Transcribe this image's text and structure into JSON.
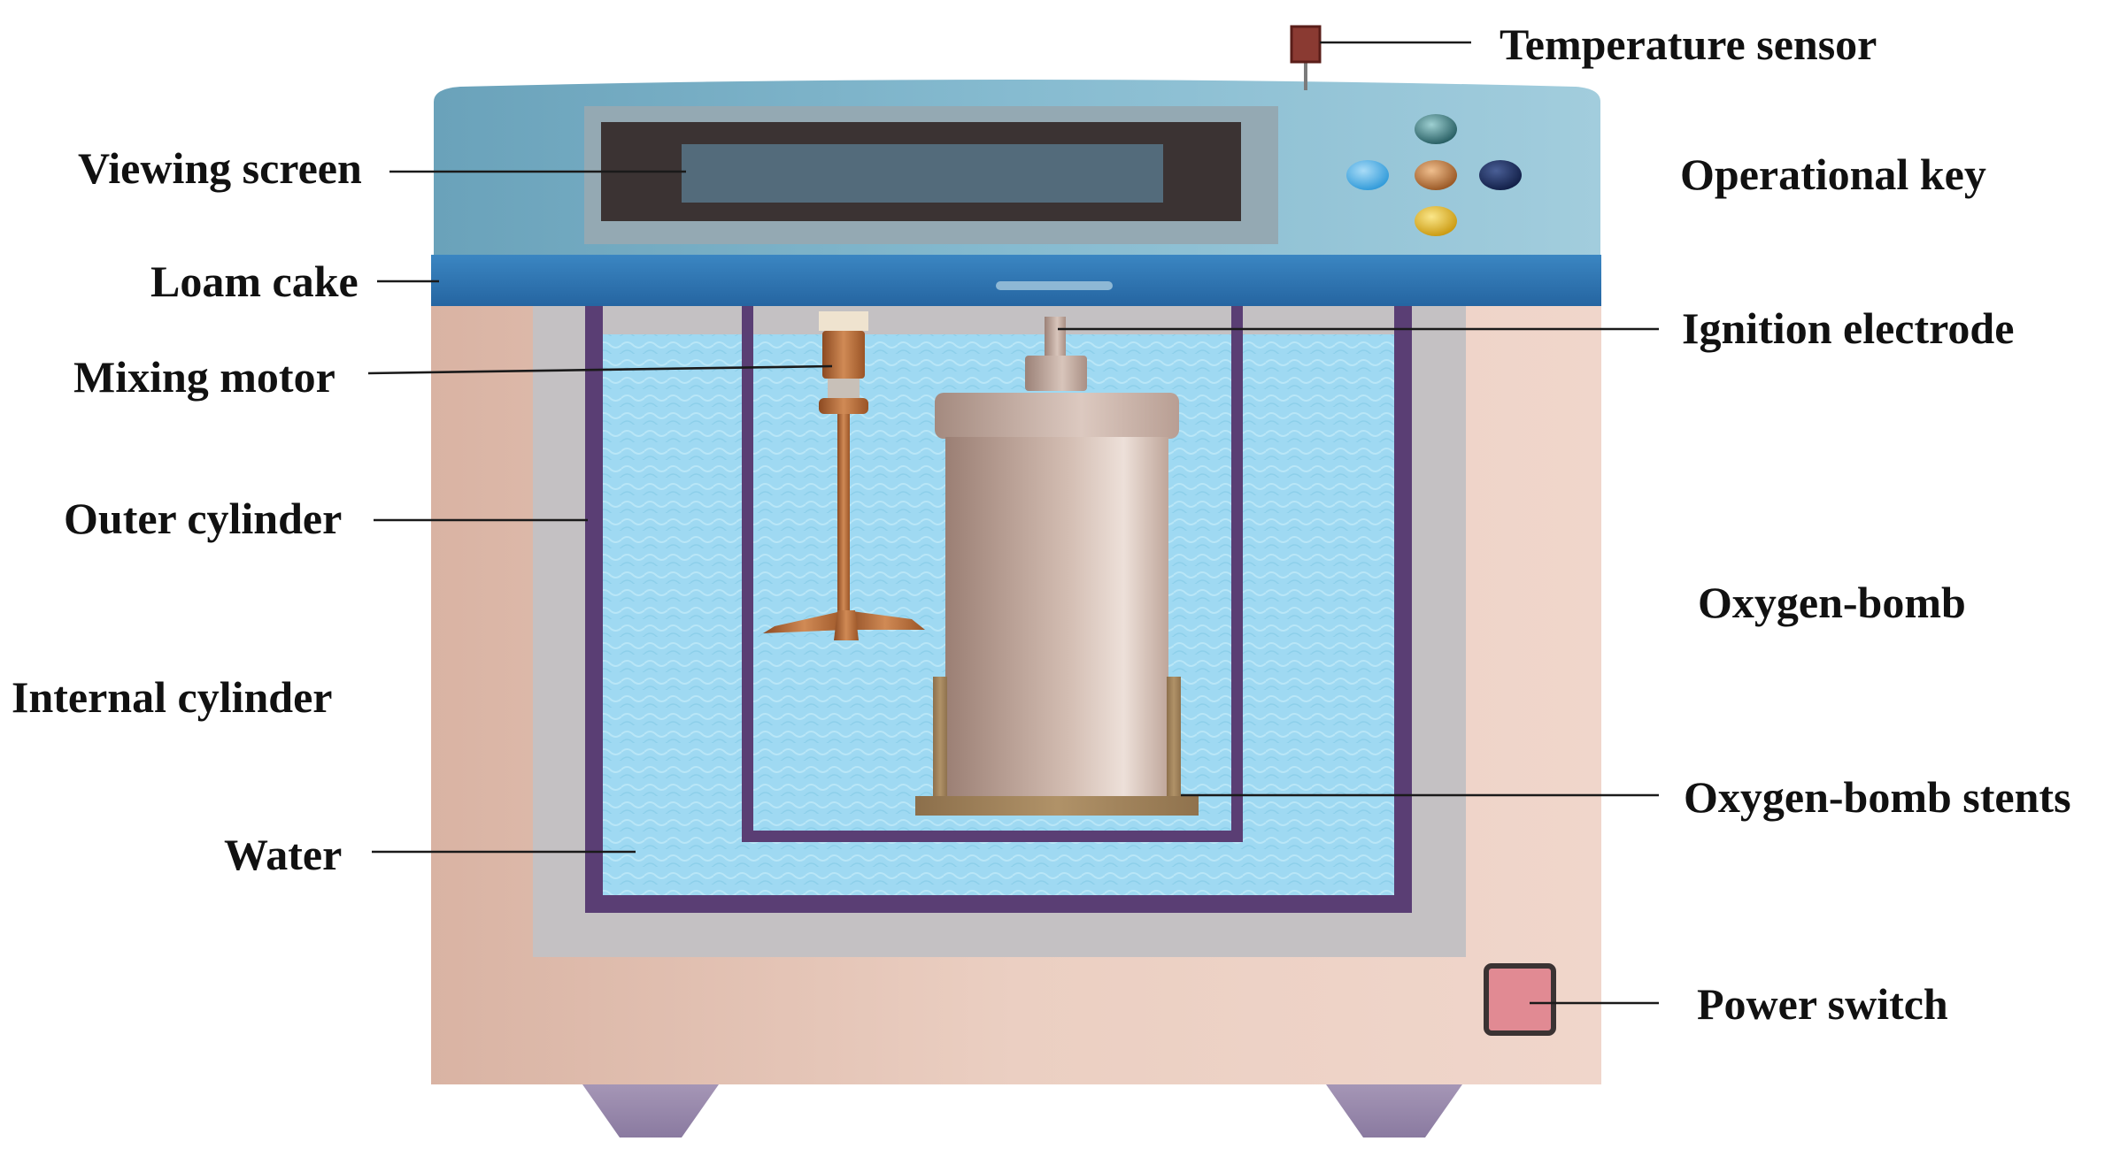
{
  "labels": {
    "temperature_sensor": "Temperature sensor",
    "viewing_screen": "Viewing screen",
    "operational_key": "Operational key",
    "loam_cake": "Loam cake",
    "ignition_electrode": "Ignition electrode",
    "mixing_motor": "Mixing motor",
    "outer_cylinder": "Outer cylinder",
    "oxygen_bomb": "Oxygen-bomb",
    "internal_cylinder": "Internal cylinder",
    "oxygen_bomb_stents": "Oxygen-bomb stents",
    "water": "Water",
    "power_switch": "Power switch"
  },
  "colors": {
    "cabinet": "#e9cbbd",
    "top_panel": "#7fb5cb",
    "loam_cake": "#2f79b7",
    "screen_frame": "#3b3333",
    "screen_display": "#536b7b",
    "outer_jacket": "#c4c1c3",
    "cylinder_wall": "#5a3e74",
    "water": "#9fd9f2",
    "bomb_body": "#cbb3a8",
    "stent": "#a6875f",
    "stirrer": "#b56a35",
    "power_switch": "#e18a93",
    "feet": "#9a8aab",
    "key_light_blue": "#3ea9e6",
    "key_dark_navy": "#13234f",
    "key_teal": "#2e6d72",
    "key_copper": "#b57038",
    "key_yellow": "#e5b81c"
  }
}
